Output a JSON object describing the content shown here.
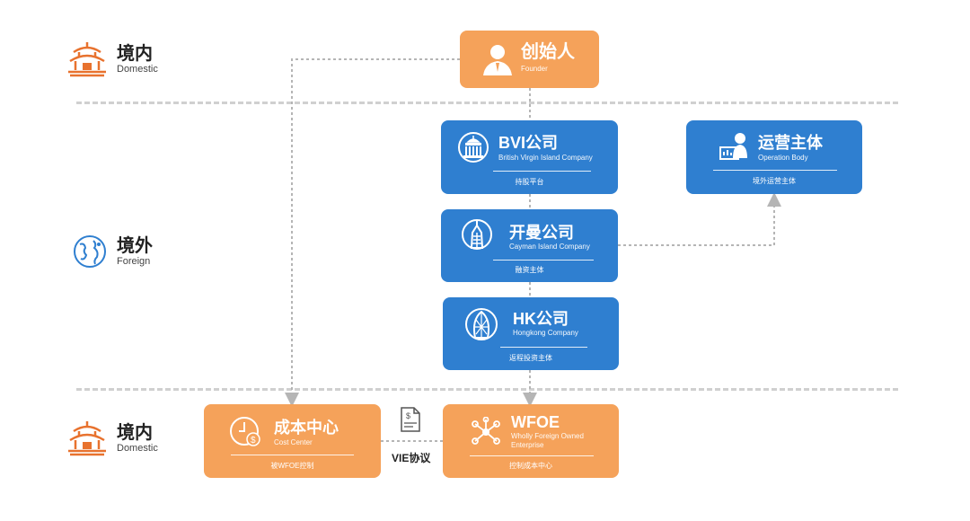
{
  "regions": {
    "top": {
      "cn": "境内",
      "en": "Domestic"
    },
    "middle": {
      "cn": "境外",
      "en": "Foreign"
    },
    "bottom": {
      "cn": "境内",
      "en": "Domestic"
    }
  },
  "founder": {
    "title": "创始人",
    "subtitle": "Founder",
    "icon": "user-icon"
  },
  "bvi": {
    "title": "BVI公司",
    "subtitle": "British Virgin Island Company",
    "footer": "持股平台",
    "icon": "building-icon"
  },
  "operation": {
    "title": "运营主体",
    "subtitle": "Operation Body",
    "footer": "境外运营主体",
    "icon": "presenter-icon"
  },
  "cayman": {
    "title": "开曼公司",
    "subtitle": "Cayman Island Company",
    "footer": "融资主体",
    "icon": "tower-icon"
  },
  "hk": {
    "title": "HK公司",
    "subtitle": "Hongkong Company",
    "footer": "返程投资主体",
    "icon": "gherkin-icon"
  },
  "cost_center": {
    "title": "成本中心",
    "subtitle": "Cost Center",
    "footer": "被WFOE控制",
    "icon": "clock-money-icon"
  },
  "wfoe": {
    "title": "WFOE",
    "subtitle_line1": "Wholly Foreign Owned",
    "subtitle_line2": "Enterprise",
    "footer": "控制成本中心",
    "icon": "network-icon"
  },
  "vie": {
    "label": "VIE协议",
    "icon": "document-icon"
  },
  "colors": {
    "blue": "#2f7fd0",
    "orange": "#f5a25a",
    "region_icon_orange": "#e8722e",
    "region_icon_blue": "#2f7fd0",
    "connector": "#b5b5b5"
  }
}
